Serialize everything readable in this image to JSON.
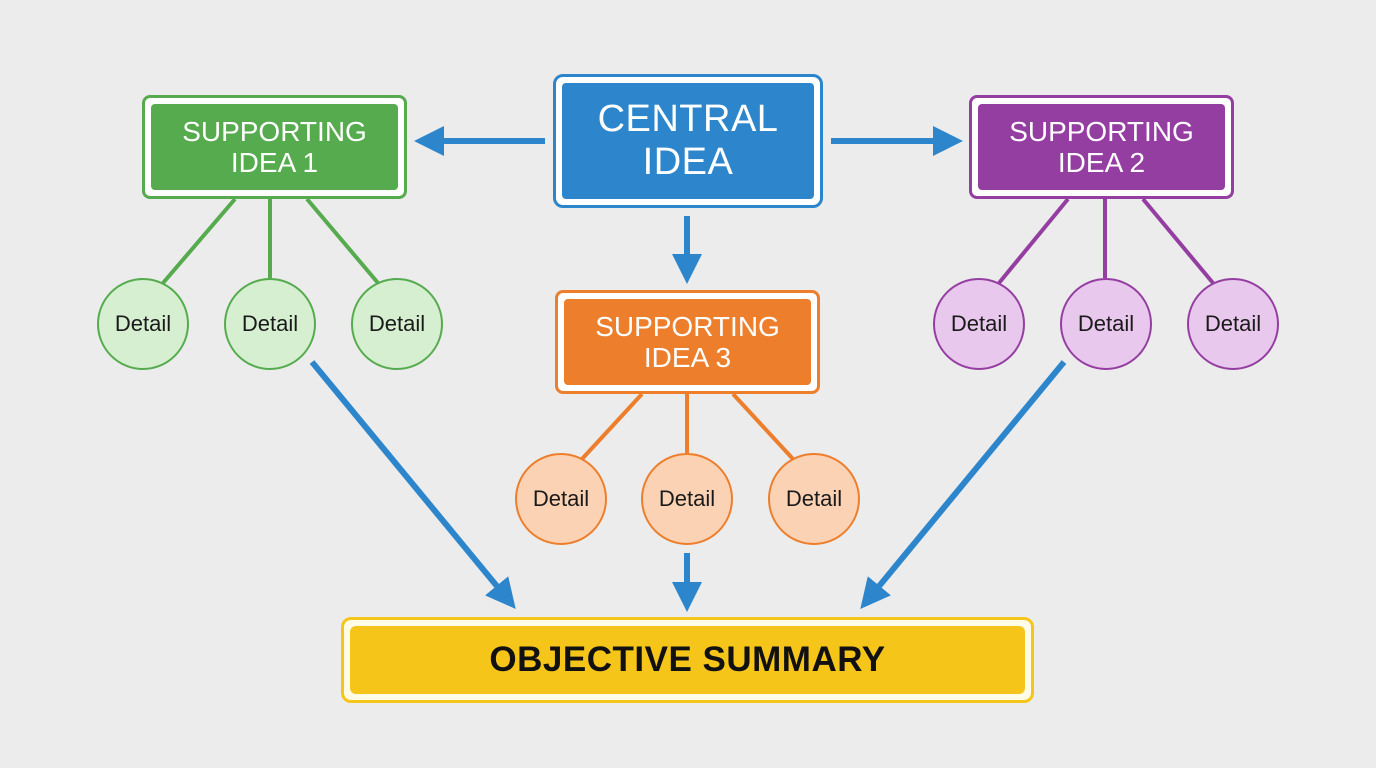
{
  "colors": {
    "background": "#ececec",
    "arrow": "#2d86cc",
    "central": "#2d86cc",
    "supporting_1": "#55ab4e",
    "supporting_2": "#953ea2",
    "supporting_3": "#ec7e2c",
    "summary": "#f6c519"
  },
  "central": {
    "label": "CENTRAL\nIDEA"
  },
  "supporting_1": {
    "label": "SUPPORTING\nIDEA 1",
    "details": [
      "Detail",
      "Detail",
      "Detail"
    ]
  },
  "supporting_2": {
    "label": "SUPPORTING\nIDEA 2",
    "details": [
      "Detail",
      "Detail",
      "Detail"
    ]
  },
  "supporting_3": {
    "label": "SUPPORTING\nIDEA 3",
    "details": [
      "Detail",
      "Detail",
      "Detail"
    ]
  },
  "summary": {
    "label": "OBJECTIVE SUMMARY"
  }
}
